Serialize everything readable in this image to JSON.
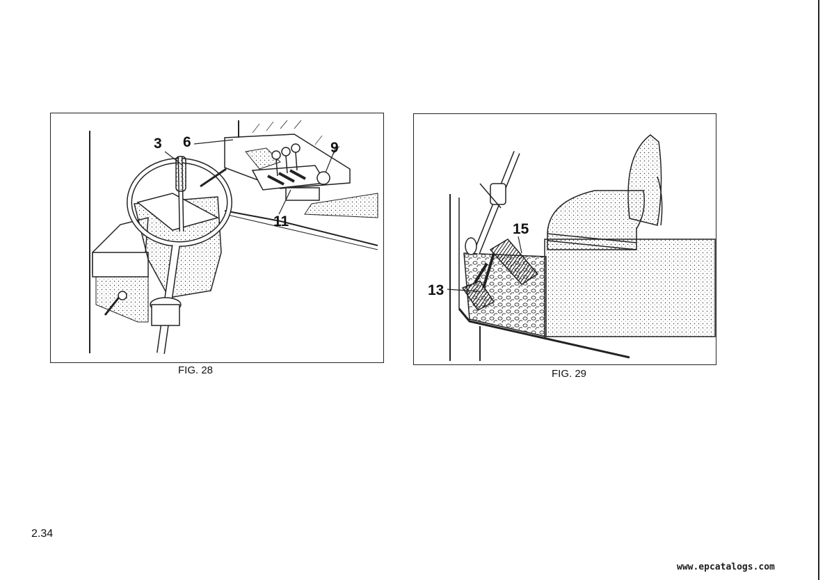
{
  "page": {
    "number": "2.34",
    "watermark": "www.epcatalogs.com"
  },
  "figures": [
    {
      "caption": "FIG. 28",
      "callouts": [
        "3",
        "6",
        "9",
        "11"
      ]
    },
    {
      "caption": "FIG. 29",
      "callouts": [
        "15",
        "13"
      ]
    }
  ]
}
